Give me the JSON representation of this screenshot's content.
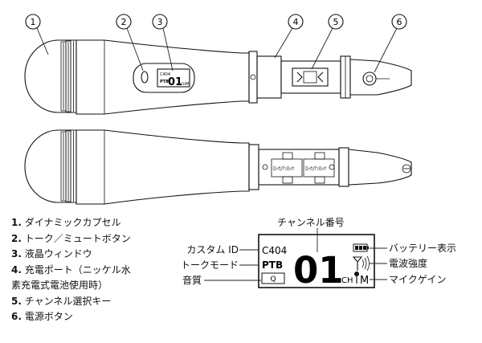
{
  "callouts": [
    "1",
    "2",
    "3",
    "4",
    "5",
    "6"
  ],
  "lcd_small": {
    "id": "C404",
    "mode": "PTB",
    "channel": "01",
    "ch": "CH",
    "mic_gain": "M"
  },
  "knob_labels": [
    "ﾛｯｸ/ｱﾝﾛｯｸ",
    "ﾛｯｸ/ｱﾝﾛｯｸ"
  ],
  "legend": [
    {
      "num": "1.",
      "text": "ダイナミックカプセル"
    },
    {
      "num": "2.",
      "text": "トーク／ミュートボタン"
    },
    {
      "num": "3.",
      "text": "液晶ウィンドウ"
    },
    {
      "num": "4.",
      "text": "充電ポート（ニッケル水",
      "cont": "素充電式電池使用時）"
    },
    {
      "num": "5.",
      "text": "チャンネル選択キー"
    },
    {
      "num": "6.",
      "text": "電源ボタン"
    }
  ],
  "lcd": {
    "custom_id_value": "C404",
    "mode_value": "PTB",
    "sound_quality_value": "Q",
    "channel": "01",
    "ch": "CH",
    "mic_gain": "M"
  },
  "lcd_labels": {
    "channel_number": "チャンネル番号",
    "custom_id": "カスタム ID",
    "talk_mode": "トークモード",
    "sound_quality": "音質",
    "battery": "バッテリー表示",
    "signal": "電波強度",
    "mic_gain": "マイクゲイン"
  }
}
